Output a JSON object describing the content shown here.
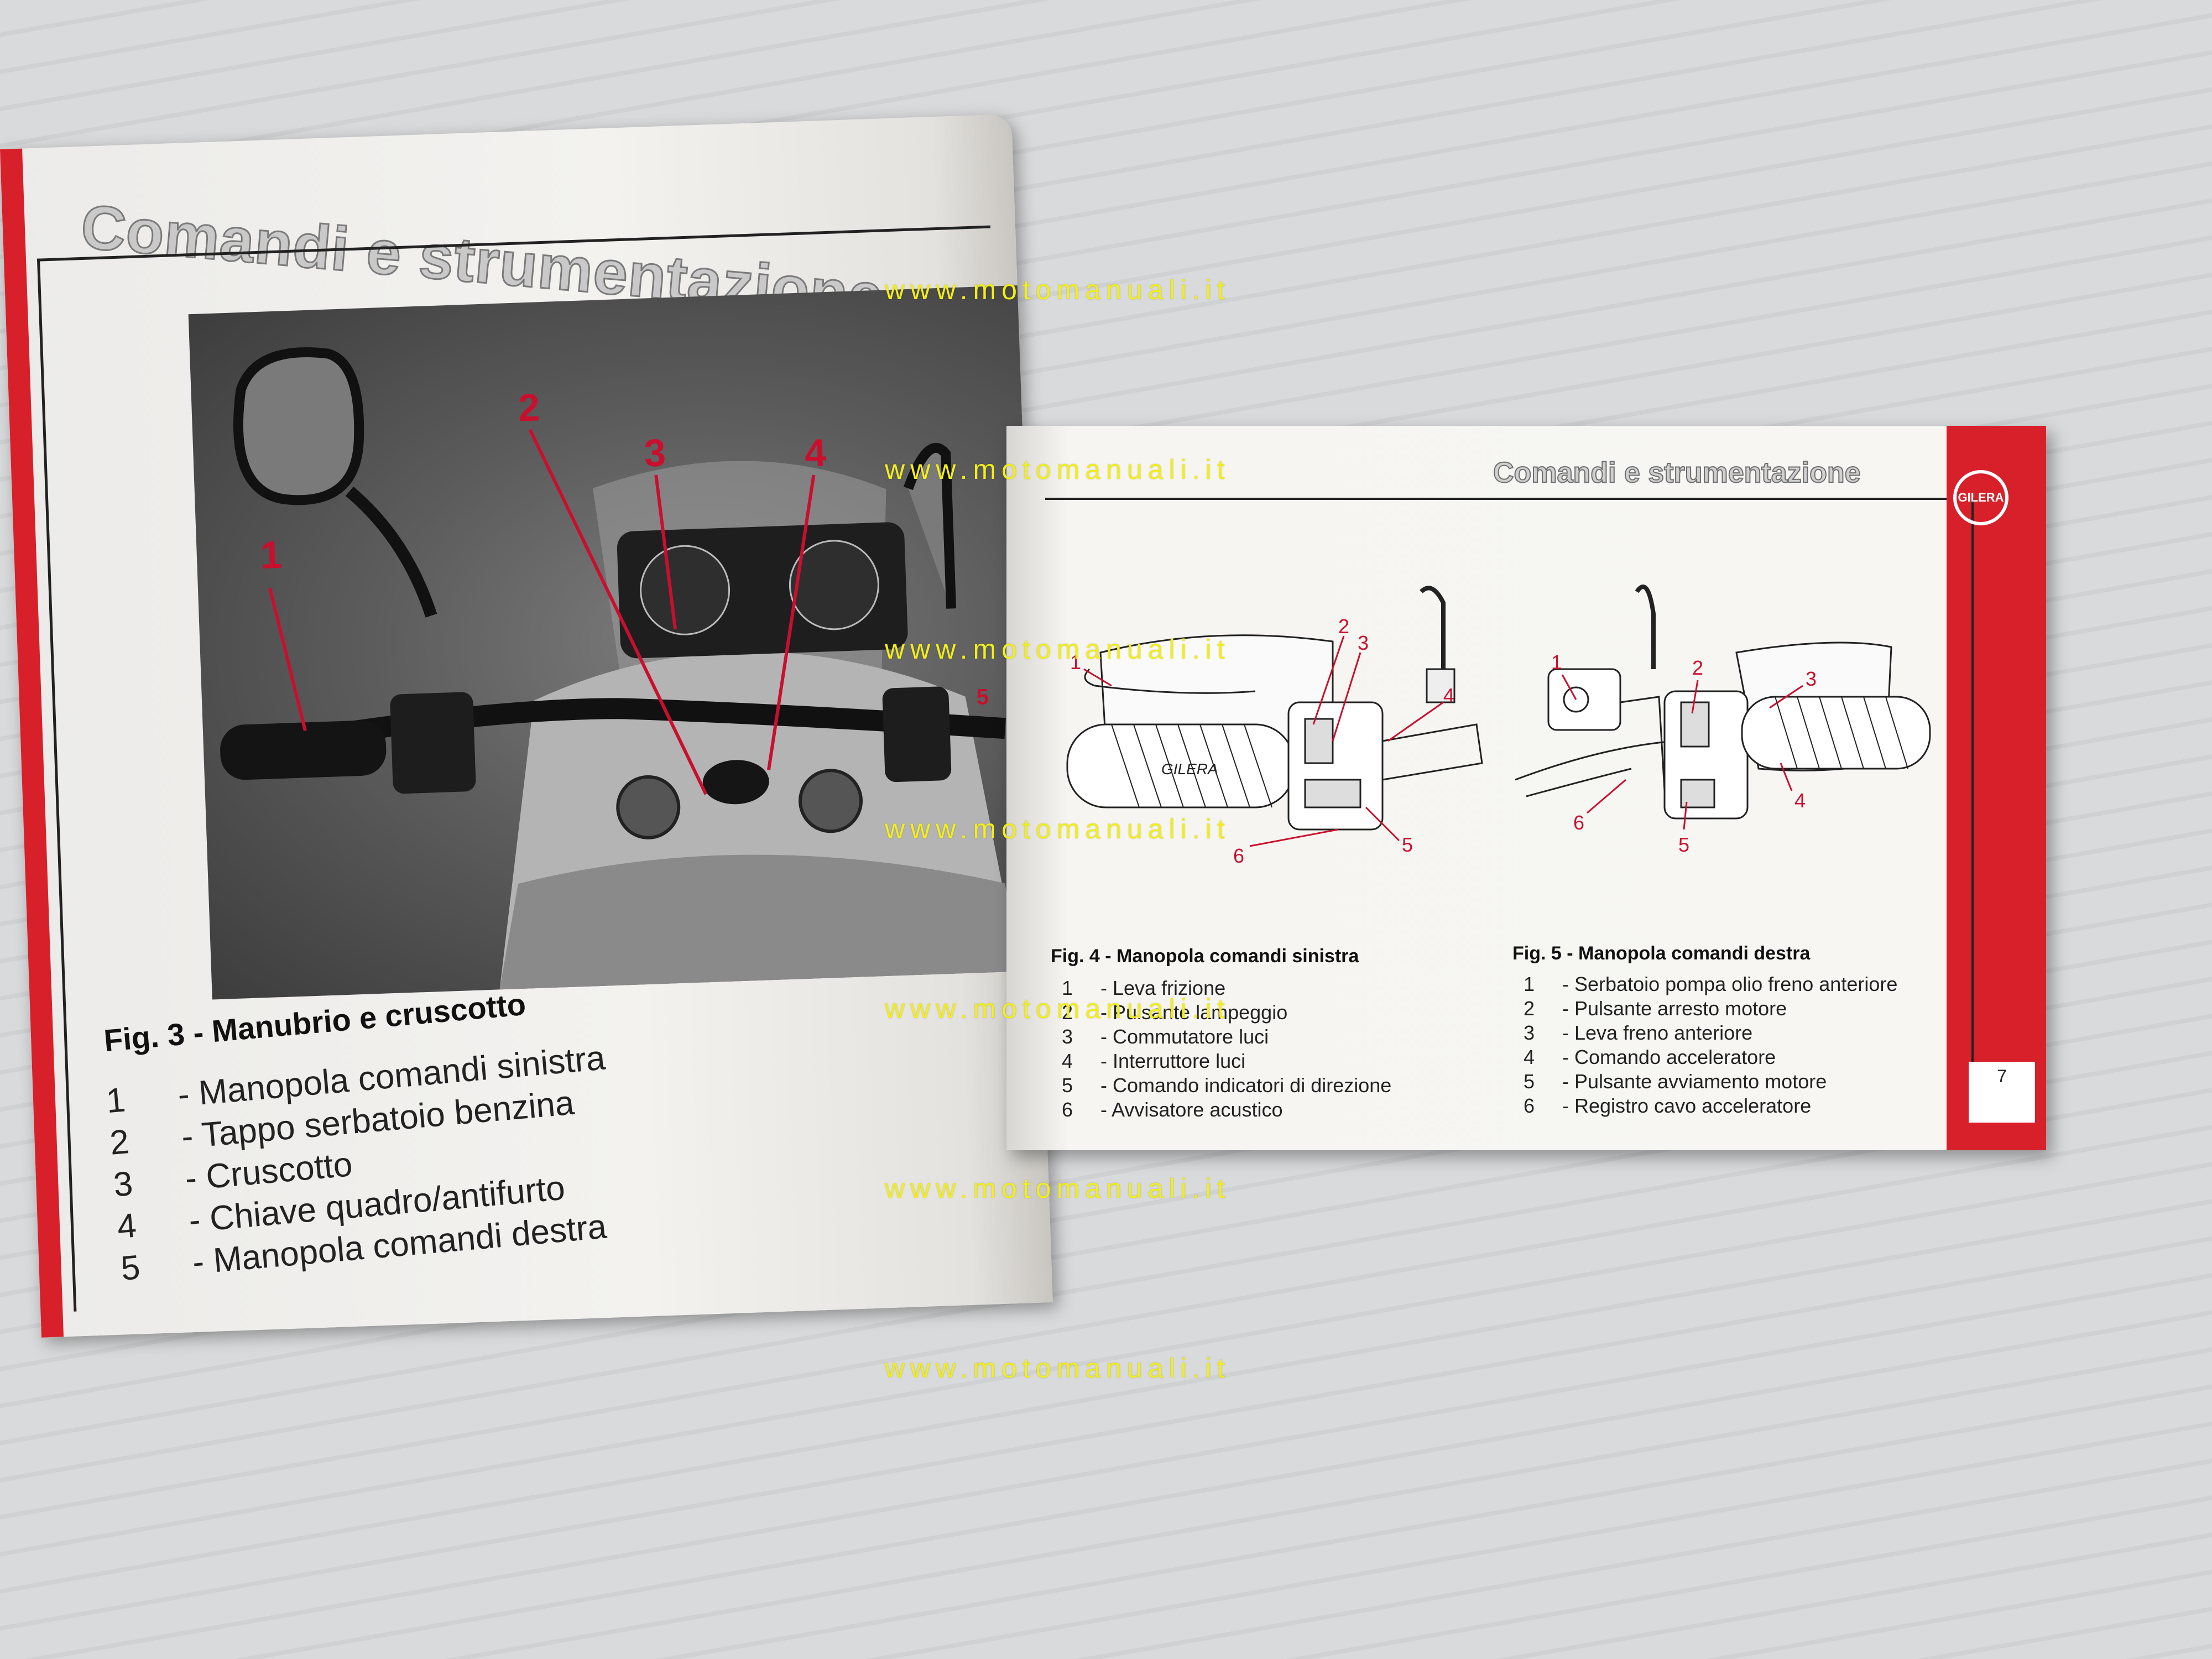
{
  "left_page": {
    "section_title": "Comandi e strumentazione",
    "photo_callouts": [
      "1",
      "2",
      "3",
      "4",
      "5"
    ],
    "figure_caption": "Fig. 3 - Manubrio e cruscotto",
    "items": [
      {
        "num": "1",
        "sep": "-",
        "label": "Manopola comandi sinistra"
      },
      {
        "num": "2",
        "sep": "-",
        "label": "Tappo serbatoio benzina"
      },
      {
        "num": "3",
        "sep": "-",
        "label": "Cruscotto"
      },
      {
        "num": "4",
        "sep": "-",
        "label": "Chiave quadro/antifurto"
      },
      {
        "num": "5",
        "sep": "-",
        "label": "Manopola comandi destra"
      }
    ]
  },
  "right_page": {
    "section_title": "Comandi e strumentazione",
    "logo_text": "GILERA",
    "page_number": "7",
    "fig4": {
      "caption": "Fig. 4 - Manopola comandi sinistra",
      "callouts": [
        "1",
        "2",
        "3",
        "4",
        "5",
        "6"
      ],
      "grip_brand": "GILERA",
      "items": [
        {
          "num": "1",
          "label": "Leva frizione"
        },
        {
          "num": "2",
          "label": "Pulsante lampeggio"
        },
        {
          "num": "3",
          "label": "Commutatore luci"
        },
        {
          "num": "4",
          "label": "Interruttore luci"
        },
        {
          "num": "5",
          "label": "Comando indicatori di direzione"
        },
        {
          "num": "6",
          "label": "Avvisatore acustico"
        }
      ]
    },
    "fig5": {
      "caption": "Fig. 5 - Manopola comandi destra",
      "callouts": [
        "1",
        "2",
        "3",
        "4",
        "5",
        "6"
      ],
      "items": [
        {
          "num": "1",
          "label": "Serbatoio pompa olio freno anteriore"
        },
        {
          "num": "2",
          "label": "Pulsante arresto motore"
        },
        {
          "num": "3",
          "label": "Leva freno anteriore"
        },
        {
          "num": "4",
          "label": "Comando acceleratore"
        },
        {
          "num": "5",
          "label": "Pulsante avviamento motore"
        },
        {
          "num": "6",
          "label": "Registro cavo acceleratore"
        }
      ]
    }
  },
  "watermark": {
    "text": "www.motomanuali.it",
    "color": "#f2ee1a"
  },
  "colors": {
    "accent_red": "#d8202a",
    "callout_red": "#c8102e"
  }
}
